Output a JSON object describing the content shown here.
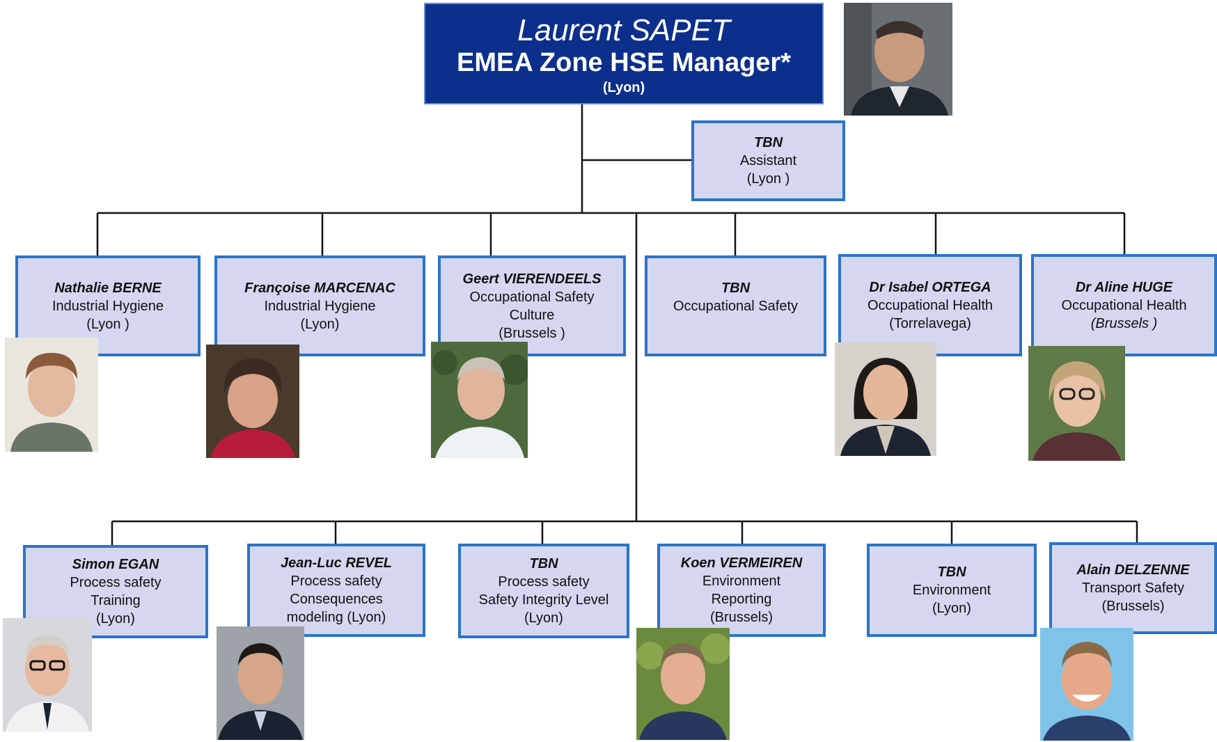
{
  "head": {
    "name": "Laurent SAPET",
    "title": "EMEA Zone HSE Manager*",
    "location": "(Lyon)"
  },
  "assistant": {
    "name": "TBN",
    "role": "Assistant",
    "location": "(Lyon )"
  },
  "row1": [
    {
      "name": "Nathalie  BERNE",
      "role": "Industrial Hygiene",
      "location": "(Lyon )"
    },
    {
      "name": "Françoise MARCENAC",
      "role": "Industrial  Hygiene",
      "location": "(Lyon)"
    },
    {
      "name": "Geert   VIERENDEELS",
      "role": "Occupational Safety",
      "role2": "Culture",
      "location": "(Brussels )"
    },
    {
      "name": "TBN",
      "role": "Occupational Safety"
    },
    {
      "name": "Dr Isabel ORTEGA",
      "role": "Occupational Health",
      "location": "(Torrelavega)"
    },
    {
      "name": "Dr Aline HUGE",
      "role": "Occupational Health",
      "location": "(Brussels )"
    }
  ],
  "row2": [
    {
      "name": "Simon EGAN",
      "role": "Process safety",
      "role2": "Training",
      "location": "(Lyon)"
    },
    {
      "name": "Jean-Luc REVEL",
      "role": "Process safety",
      "role2": "Consequences",
      "location": "modeling  (Lyon)"
    },
    {
      "name": "TBN",
      "role": "Process safety",
      "role2": "Safety Integrity Level",
      "location": "(Lyon)"
    },
    {
      "name": "Koen VERMEIREN",
      "role": "Environment",
      "role2": "Reporting",
      "location": "(Brussels)"
    },
    {
      "name": "TBN",
      "role": "Environment",
      "location": "(Lyon)"
    },
    {
      "name": "Alain DELZENNE",
      "role": "Transport Safety",
      "location": "(Brussels)"
    }
  ],
  "colors": {
    "head_fill": "#0c2f8c",
    "box_fill": "#d4d7ef",
    "box_border": "#2a74c9",
    "connector": "#111111"
  }
}
